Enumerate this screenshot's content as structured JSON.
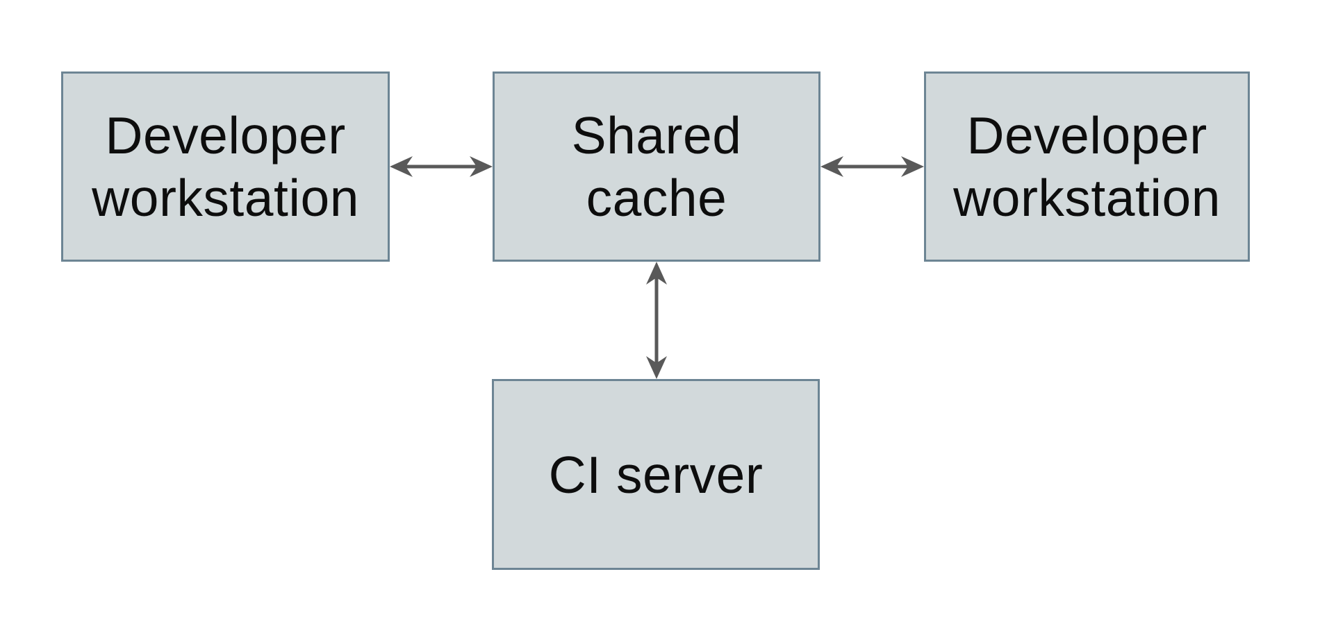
{
  "diagram": {
    "nodes": [
      {
        "id": "developer-workstation-left",
        "label": "Developer workstation",
        "lines": [
          "Developer",
          "workstation"
        ]
      },
      {
        "id": "shared-cache",
        "label": "Shared cache",
        "lines": [
          "Shared",
          "cache"
        ]
      },
      {
        "id": "developer-workstation-right",
        "label": "Developer workstation",
        "lines": [
          "Developer",
          "workstation"
        ]
      },
      {
        "id": "ci-server",
        "label": "CI server",
        "lines": [
          "CI server"
        ]
      }
    ],
    "edges": [
      {
        "from": "developer-workstation-left",
        "to": "shared-cache",
        "style": "double-headed-arrow"
      },
      {
        "from": "shared-cache",
        "to": "developer-workstation-right",
        "style": "double-headed-arrow"
      },
      {
        "from": "shared-cache",
        "to": "ci-server",
        "style": "double-headed-arrow"
      }
    ]
  },
  "colors": {
    "background": "#ffffff",
    "box-fill": "#d2d9db",
    "box-border": "#6d8594",
    "arrow": "#595959",
    "text": "#0d0d0d"
  }
}
